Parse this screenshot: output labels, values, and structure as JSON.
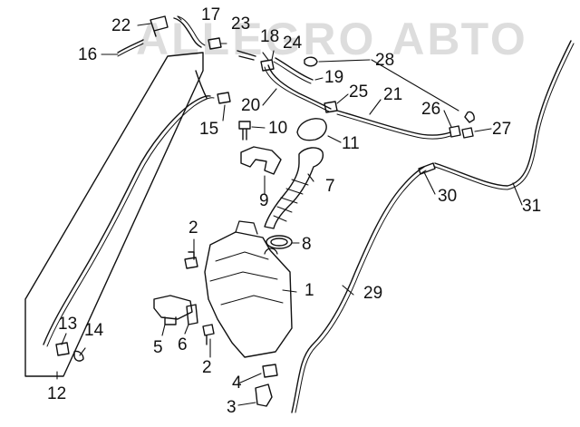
{
  "watermark": {
    "text": "ALLEGRO АВТО"
  },
  "colors": {
    "ink": "#111111",
    "part_fill": "#ffffff",
    "watermark": "#1a1a1a"
  },
  "callouts": [
    {
      "id": "c1",
      "text": "1"
    },
    {
      "id": "c2a",
      "text": "2"
    },
    {
      "id": "c2b",
      "text": "2"
    },
    {
      "id": "c3",
      "text": "3"
    },
    {
      "id": "c4",
      "text": "4"
    },
    {
      "id": "c5",
      "text": "5"
    },
    {
      "id": "c6",
      "text": "6"
    },
    {
      "id": "c7",
      "text": "7"
    },
    {
      "id": "c8",
      "text": "8"
    },
    {
      "id": "c9",
      "text": "9"
    },
    {
      "id": "c10",
      "text": "10"
    },
    {
      "id": "c11",
      "text": "11"
    },
    {
      "id": "c12",
      "text": "12"
    },
    {
      "id": "c13",
      "text": "13"
    },
    {
      "id": "c14",
      "text": "14"
    },
    {
      "id": "c15",
      "text": "15"
    },
    {
      "id": "c16",
      "text": "16"
    },
    {
      "id": "c17",
      "text": "17"
    },
    {
      "id": "c18",
      "text": "18"
    },
    {
      "id": "c19",
      "text": "19"
    },
    {
      "id": "c20",
      "text": "20"
    },
    {
      "id": "c21",
      "text": "21"
    },
    {
      "id": "c22",
      "text": "22"
    },
    {
      "id": "c23",
      "text": "23"
    },
    {
      "id": "c24",
      "text": "24"
    },
    {
      "id": "c25",
      "text": "25"
    },
    {
      "id": "c26",
      "text": "26"
    },
    {
      "id": "c27",
      "text": "27"
    },
    {
      "id": "c28",
      "text": "28"
    },
    {
      "id": "c29",
      "text": "29"
    },
    {
      "id": "c30",
      "text": "30"
    },
    {
      "id": "c31",
      "text": "31"
    }
  ]
}
